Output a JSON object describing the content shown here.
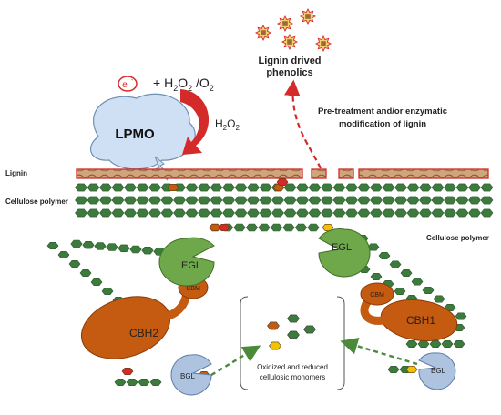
{
  "labels": {
    "electron": "e",
    "electron_sup": "-",
    "oxidants_prefix": "+ H",
    "oxidants_sub1": "2",
    "oxidants_mid": "O",
    "oxidants_sub2": "2",
    "oxidants_slash": " /O",
    "oxidants_sub3": "2",
    "h2o2_h": "H",
    "h2o2_sub1": "2",
    "h2o2_o": "O",
    "h2o2_sub2": "2",
    "lpmo": "LPMO",
    "lignin": "Lignin",
    "cellulose_polymer_left": "Cellulose polymer",
    "cellulose_polymer_right": "Cellulose polymer",
    "lignin_phenolics_line1": "Lignin drived",
    "lignin_phenolics_line2": "phenolics",
    "pretreatment_line1": "Pre-treatment and/or enzymatic",
    "pretreatment_line2": "modification of lignin",
    "egl_left": "EGL",
    "egl_right": "EGL",
    "cbm_left": "CBM",
    "cbm_right": "CBM",
    "cbh2": "CBH2",
    "cbh1": "CBH1",
    "bgl_left": "BGL",
    "bgl_right": "BGL",
    "monomers_line1": "Oxidized and reduced",
    "monomers_line2": "cellulosic monomers"
  },
  "colors": {
    "cellulose": "#3d7a3d",
    "cellulose_edge": "#2c5a2c",
    "lignin_bar": "#c9a07a",
    "lignin_border": "#d42a2a",
    "egl": "#6fa84a",
    "cbh": "#c55a11",
    "bgl": "#aec3e0",
    "lpmo": "#cfe0f5",
    "arrow_red": "#d42a2a",
    "arrow_green": "#4a8a3a",
    "oxidized_red": "#d42a2a",
    "reduced_yellow": "#f2c200"
  }
}
